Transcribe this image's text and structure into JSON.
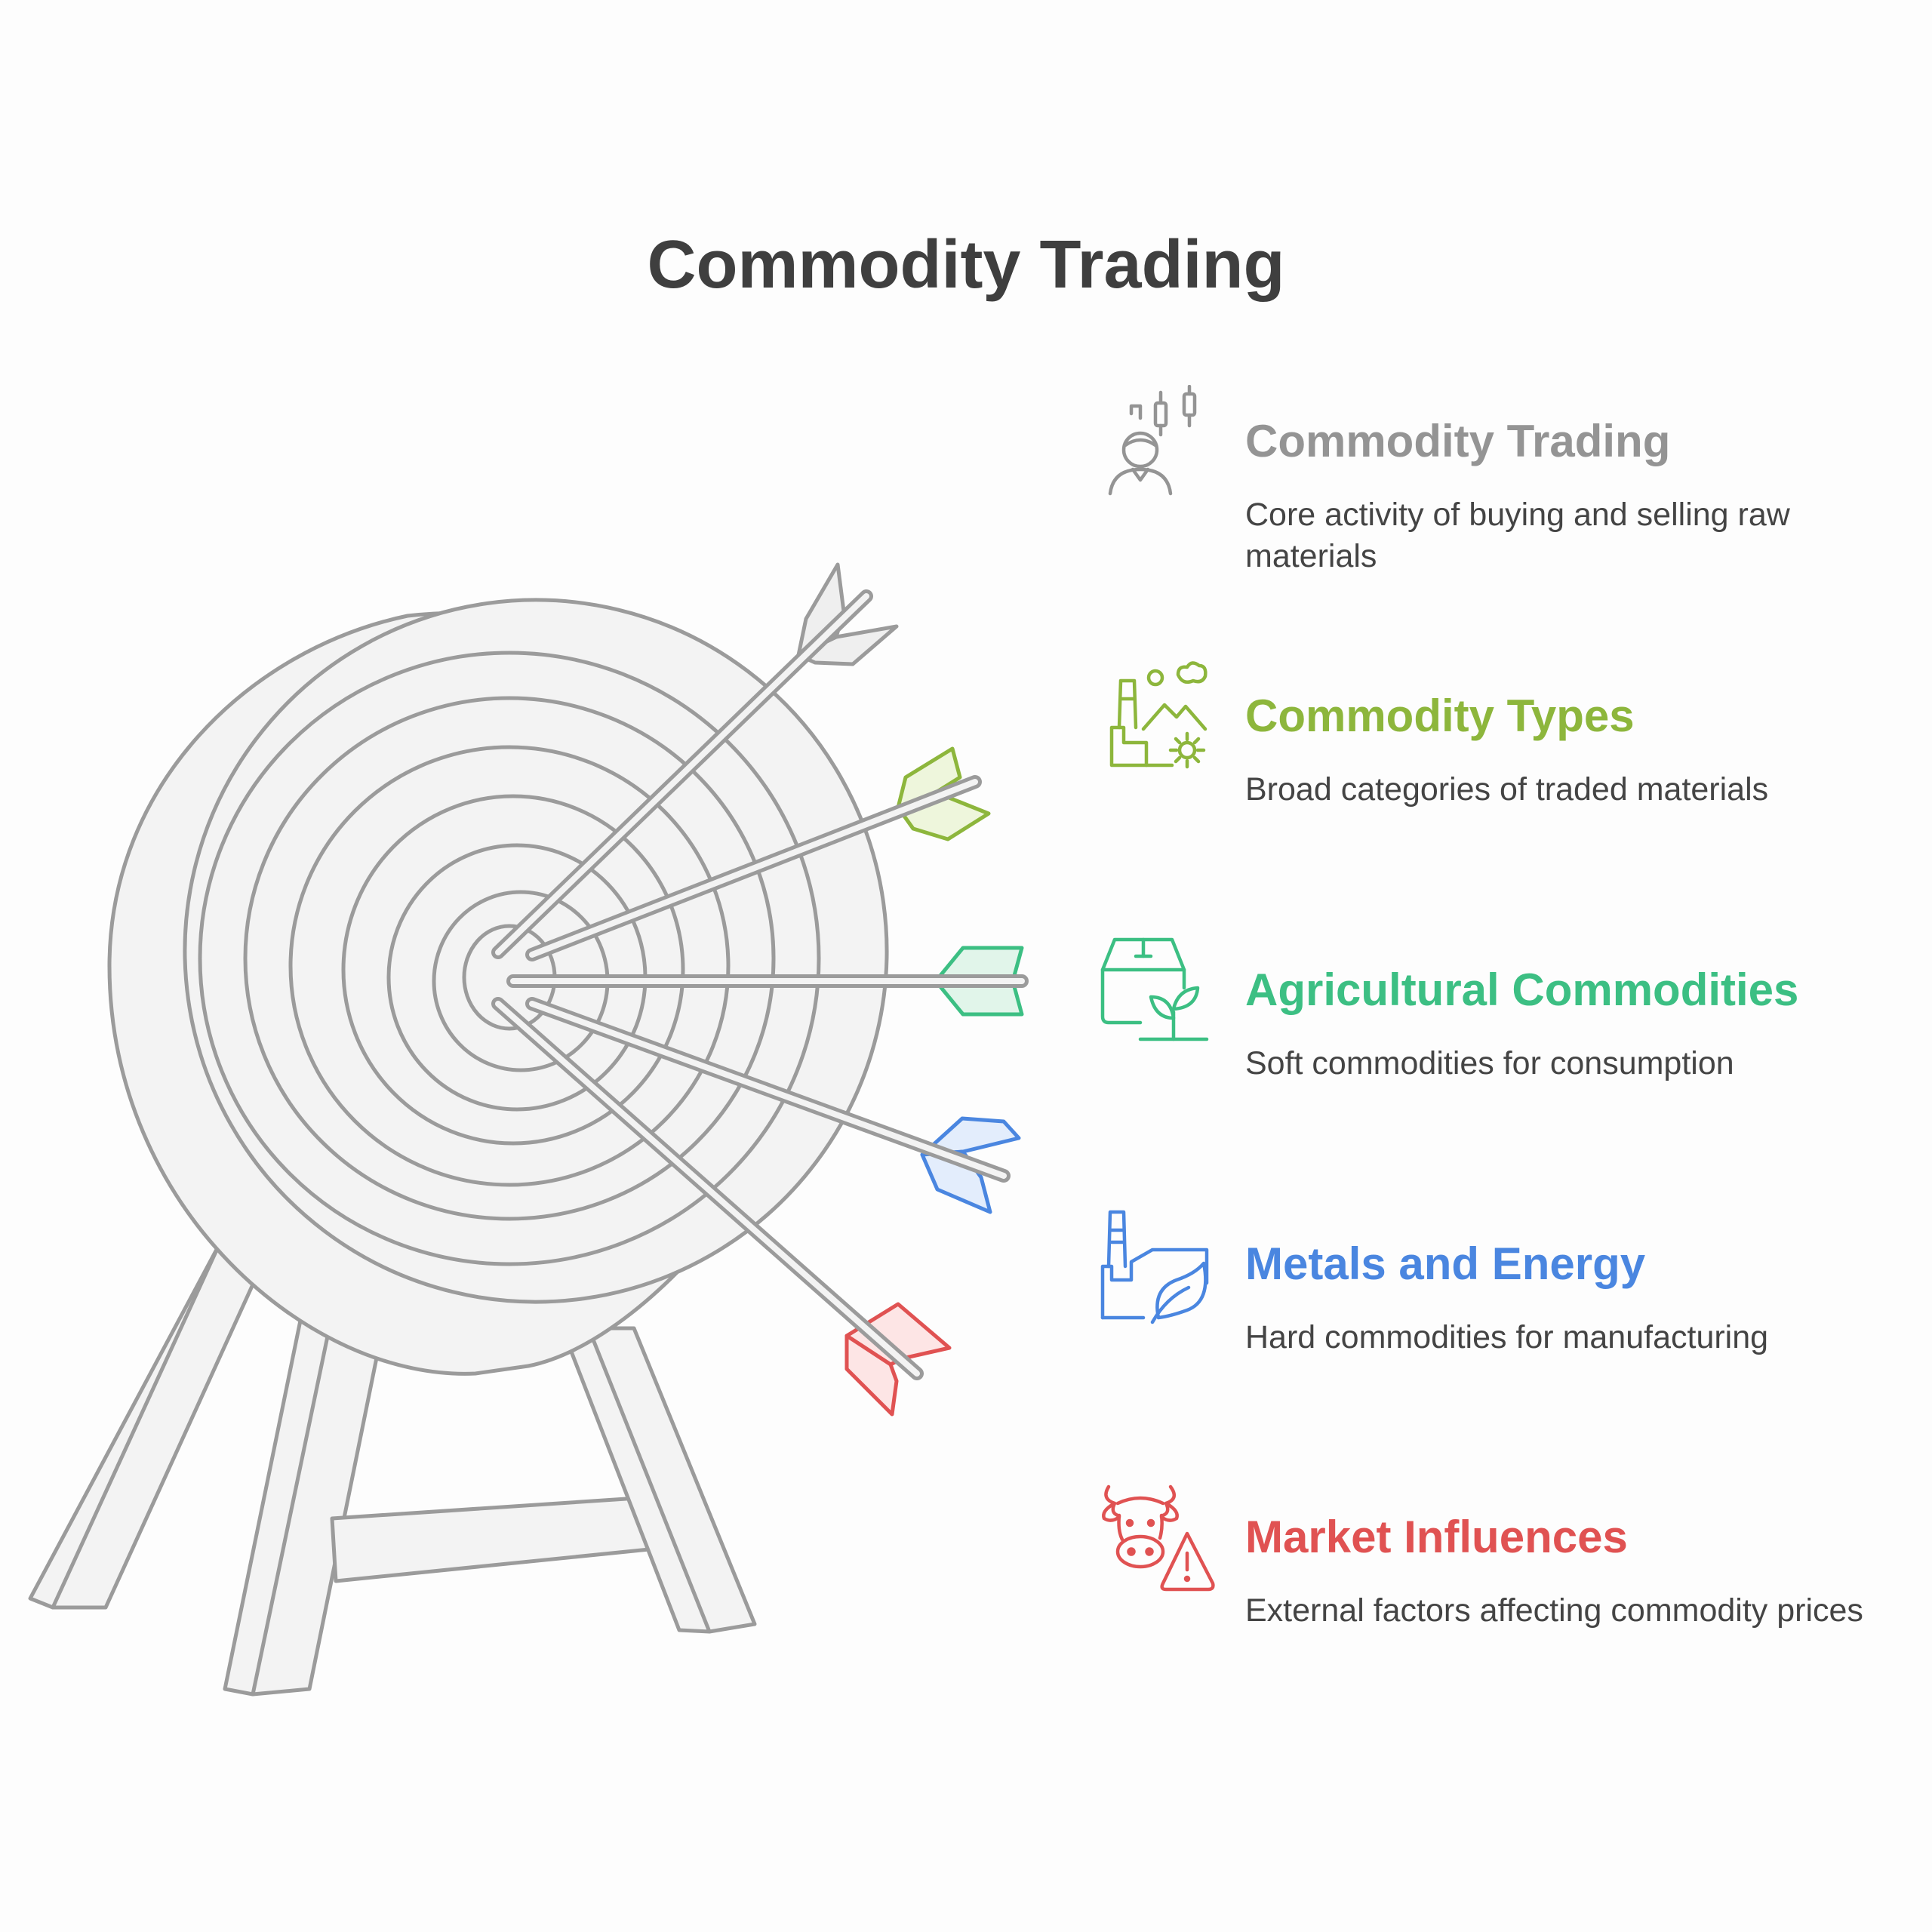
{
  "title": "Commodity Trading",
  "items": [
    {
      "icon": "trader-candlestick-icon",
      "heading": "Commodity Trading",
      "description": "Core activity of buying and selling raw materials",
      "color": "#949494"
    },
    {
      "icon": "factory-landscape-icon",
      "heading": "Commodity Types",
      "description": "Broad categories of traded materials",
      "color": "#8db63c"
    },
    {
      "icon": "box-sprout-icon",
      "heading": "Agricultural Commodities",
      "description": "Soft commodities for consumption",
      "color": "#3cbf83"
    },
    {
      "icon": "factory-leaf-icon",
      "heading": "Metals and Energy",
      "description": "Hard commodities for manufacturing",
      "color": "#4a86e0"
    },
    {
      "icon": "cow-warning-icon",
      "heading": "Market Influences",
      "description": "External factors affecting commodity prices",
      "color": "#e05252"
    }
  ]
}
